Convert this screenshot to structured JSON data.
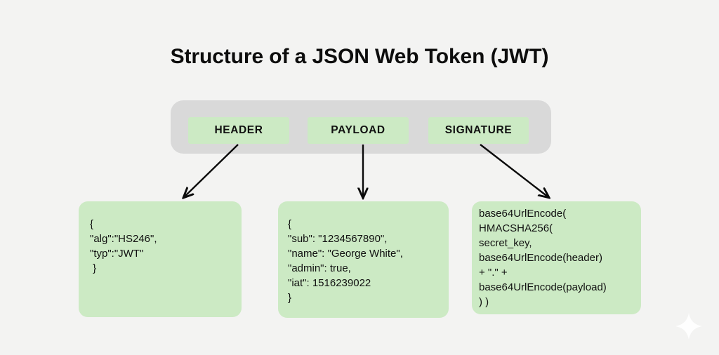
{
  "title": "Structure of a JSON Web Token (JWT)",
  "token_bar": {
    "parts": [
      {
        "label": "HEADER"
      },
      {
        "label": "PAYLOAD"
      },
      {
        "label": "SIGNATURE"
      }
    ]
  },
  "detail_boxes": {
    "header": {
      "label": "HEADER",
      "text": "{\n\"alg\":\"HS246\",\n\"typ\":\"JWT\"\n }"
    },
    "payload": {
      "label": "PAYLOAD",
      "text": "{\n\"sub\": \"1234567890\",\n\"name\": \"George White\",\n\"admin\": true,\n\"iat\": 1516239022\n}"
    },
    "signature": {
      "label": "SIGNATURE",
      "text": "base64UrlEncode(\nHMACSHA256(\nsecret_key,\nbase64UrlEncode(header)\n+ \".\" +\nbase64UrlEncode(payload)\n) )"
    }
  },
  "colors": {
    "background": "#f3f3f2",
    "token_bar": "#d9d9d9",
    "green_box": "#cceac4",
    "text": "#111111",
    "arrow": "#0a0a0a",
    "sparkle": "#ffffff"
  }
}
